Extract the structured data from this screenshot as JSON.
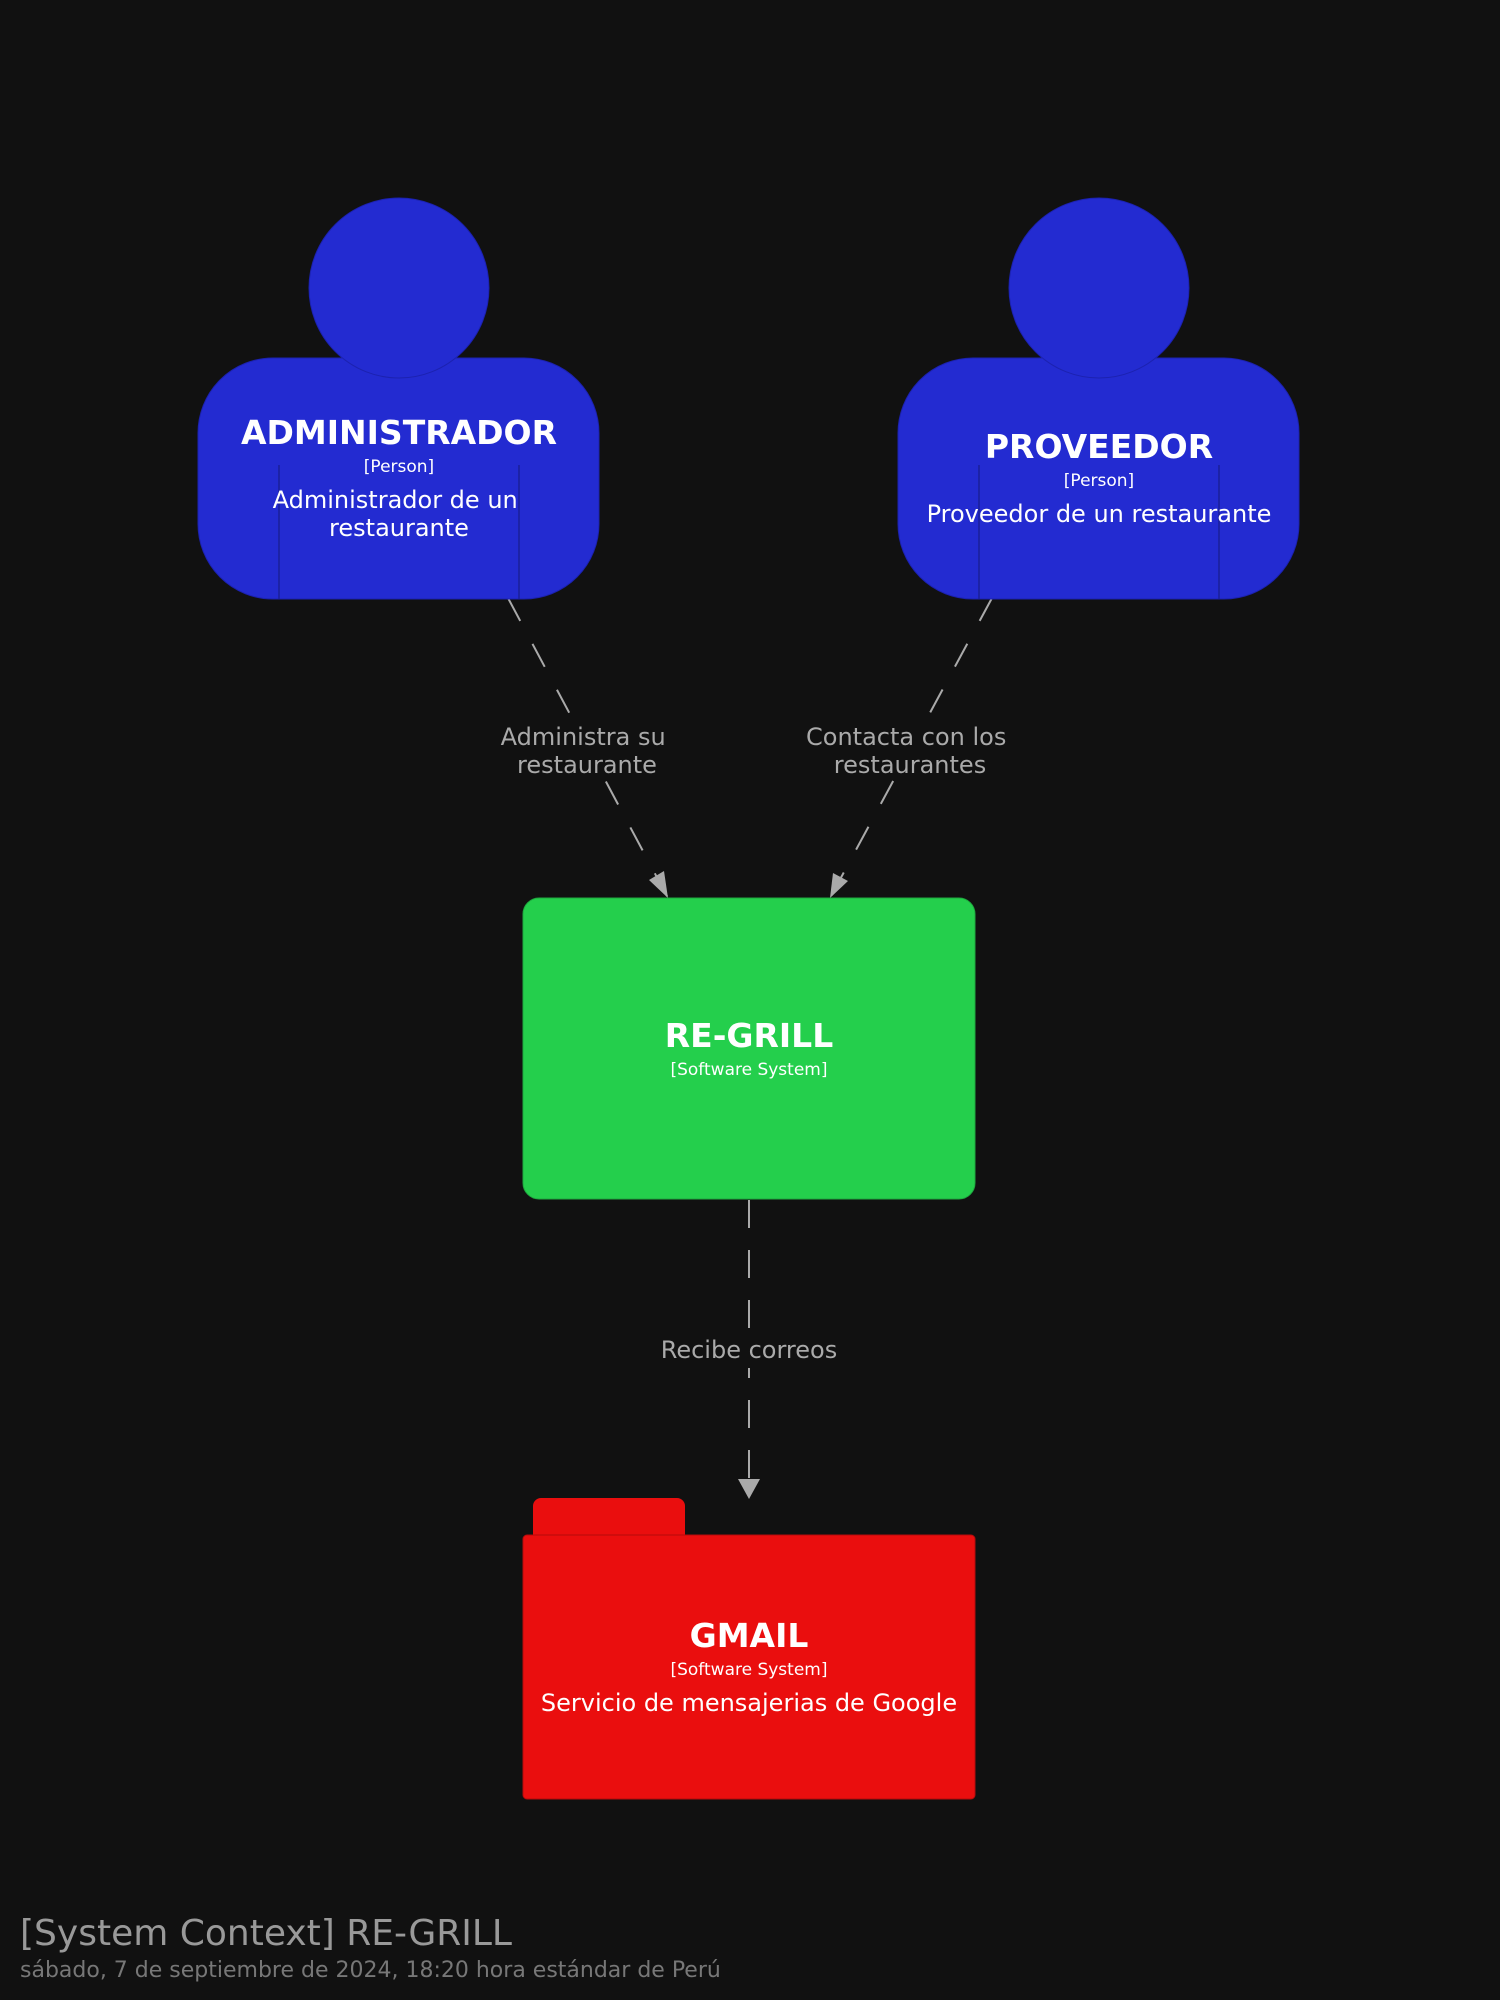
{
  "colors": {
    "background": "#111111",
    "person": "#232bd1",
    "person_border": "#1a1f99",
    "regrill": "#24cf4c",
    "gmail": "#ea0e0e",
    "edge": "#aaaaaa"
  },
  "nodes": {
    "admin": {
      "title": "ADMINISTRADOR",
      "type": "[Person]",
      "desc": [
        "Administrador de un",
        "restaurante"
      ],
      "icon": "person-shape"
    },
    "proveedor": {
      "title": "PROVEEDOR",
      "type": "[Person]",
      "desc": [
        "Proveedor de un restaurante"
      ],
      "icon": "person-shape"
    },
    "regrill": {
      "title": "RE-GRILL",
      "type": "[Software System]"
    },
    "gmail": {
      "title": "GMAIL",
      "type": "[Software System]",
      "desc": [
        "Servicio de mensajerias de Google"
      ],
      "icon": "folder-shape"
    }
  },
  "edges": [
    {
      "from": "admin",
      "to": "regrill",
      "label": [
        "Administra su",
        "restaurante"
      ]
    },
    {
      "from": "proveedor",
      "to": "regrill",
      "label": [
        "Contacta con los",
        "restaurantes"
      ]
    },
    {
      "from": "regrill",
      "to": "gmail",
      "label": [
        "Recibe correos"
      ]
    }
  ],
  "footer": {
    "title": "[System Context] RE-GRILL",
    "subtitle": "sábado, 7 de septiembre de 2024, 18:20 hora estándar de Perú"
  }
}
